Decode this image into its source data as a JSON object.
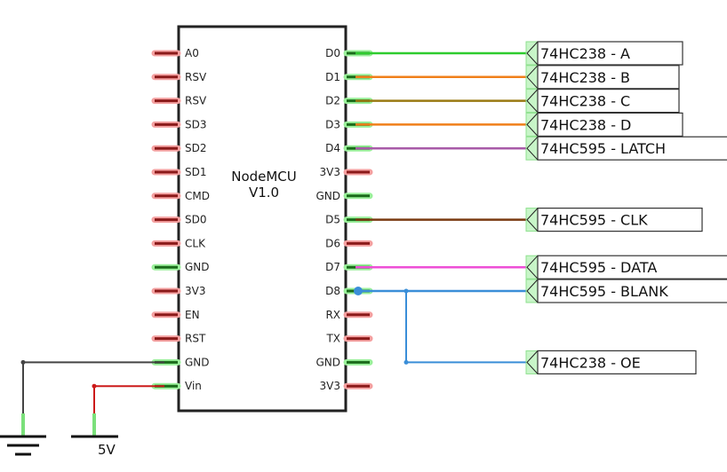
{
  "component": {
    "title": "NodeMCU",
    "version": "V1.0",
    "left_pins": [
      {
        "label": "A0",
        "state": "unconnected"
      },
      {
        "label": "RSV",
        "state": "unconnected"
      },
      {
        "label": "RSV",
        "state": "unconnected"
      },
      {
        "label": "SD3",
        "state": "unconnected"
      },
      {
        "label": "SD2",
        "state": "unconnected"
      },
      {
        "label": "SD1",
        "state": "unconnected"
      },
      {
        "label": "CMD",
        "state": "unconnected"
      },
      {
        "label": "SD0",
        "state": "unconnected"
      },
      {
        "label": "CLK",
        "state": "unconnected"
      },
      {
        "label": "GND",
        "state": "connected"
      },
      {
        "label": "3V3",
        "state": "unconnected"
      },
      {
        "label": "EN",
        "state": "unconnected"
      },
      {
        "label": "RST",
        "state": "unconnected"
      },
      {
        "label": "GND",
        "state": "connected"
      },
      {
        "label": "Vin",
        "state": "connected"
      }
    ],
    "right_pins": [
      {
        "label": "D0",
        "state": "connected"
      },
      {
        "label": "D1",
        "state": "connected"
      },
      {
        "label": "D2",
        "state": "connected"
      },
      {
        "label": "D3",
        "state": "connected"
      },
      {
        "label": "D4",
        "state": "connected"
      },
      {
        "label": "3V3",
        "state": "unconnected"
      },
      {
        "label": "GND",
        "state": "connected"
      },
      {
        "label": "D5",
        "state": "connected"
      },
      {
        "label": "D6",
        "state": "unconnected"
      },
      {
        "label": "D7",
        "state": "connected"
      },
      {
        "label": "D8",
        "state": "connected"
      },
      {
        "label": "RX",
        "state": "unconnected"
      },
      {
        "label": "TX",
        "state": "unconnected"
      },
      {
        "label": "GND",
        "state": "connected"
      },
      {
        "label": "3V3",
        "state": "unconnected"
      }
    ]
  },
  "net_labels": [
    {
      "text": "74HC238 - A",
      "pin": "D0",
      "color": "#2ecc2e"
    },
    {
      "text": "74HC238 - B",
      "pin": "D1",
      "color": "#f07f1a"
    },
    {
      "text": "74HC238 - C",
      "pin": "D2",
      "color": "#9a7a12"
    },
    {
      "text": "74HC238 - D",
      "pin": "D3",
      "color": "#f07f1a"
    },
    {
      "text": "74HC595 - LATCH",
      "pin": "D4",
      "color": "#a85ba8"
    },
    {
      "text": "74HC595 - CLK",
      "pin": "D5",
      "color": "#7a3a10"
    },
    {
      "text": "74HC595 - DATA",
      "pin": "D7",
      "color": "#ee4fd6"
    },
    {
      "text": "74HC595 - BLANK",
      "pin": "D8",
      "color": "#3a8ed8"
    },
    {
      "text": "74HC238 - OE",
      "pin": "D8",
      "color": "#3a8ed8"
    }
  ],
  "power": {
    "ground_symbol": "ground-icon",
    "supply_label": "5V",
    "gnd_wire_color": "#444444",
    "vin_wire_color": "#cc1a1a"
  },
  "colors": {
    "unconnected_pin": "#8b1a1a",
    "unconnected_glow": "#f4a0a0",
    "connected_pin": "#1a6b1a",
    "connected_glow": "#9af09a"
  }
}
